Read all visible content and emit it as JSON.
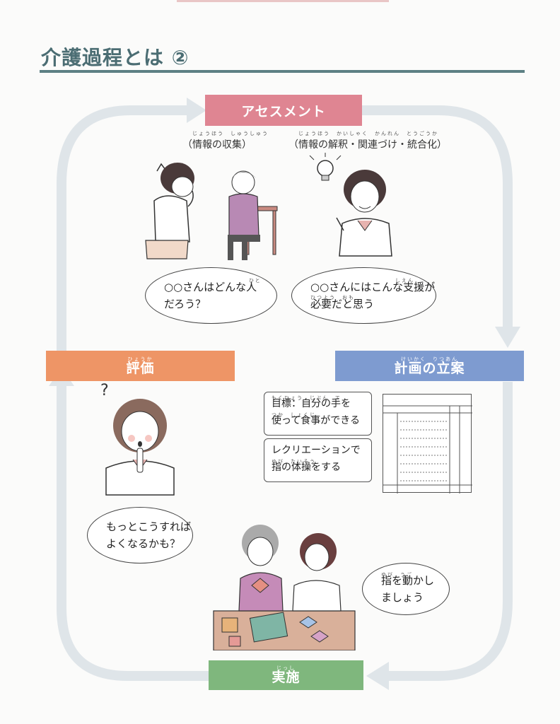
{
  "title": "介護過程とは ②",
  "stages": {
    "assessment": {
      "label": "アセスメント"
    },
    "evaluation": {
      "label": "評価",
      "ruby": "ひょうか"
    },
    "planning": {
      "label": "計画の立案",
      "ruby": "けいかく　りつあん"
    },
    "implementation": {
      "label": "実施",
      "ruby": "じっし"
    }
  },
  "assessment": {
    "caption_left": "（情報の収集）",
    "caption_left_ruby": "じょうほう　しゅうしゅう",
    "caption_right": "（情報の解釈・関連づけ・統合化）",
    "caption_right_ruby": "じょうほう　かいしゃく　かんれん　とうごうか",
    "bubble_left": {
      "line1": "○○さんはどんな人",
      "line2": "だろう？",
      "ruby": "ひと"
    },
    "bubble_right": {
      "line1": "○○さんにはこんな支援が",
      "line2": "必要だと思う",
      "ruby1": "しえん",
      "ruby2": "ひつよう　おも"
    }
  },
  "evaluation": {
    "question_mark": "?",
    "bubble": {
      "line1": "もっとこうすれば",
      "line2": "よくなるかも？"
    }
  },
  "planning": {
    "box1": {
      "line1": "目標：自分の手を",
      "line2": "使って食事ができる",
      "ruby1": "もくひょう　じぶん　て",
      "ruby2": "つか　しょくじ"
    },
    "box2": {
      "line1": "レクリエーションで",
      "line2": "指の体操をする",
      "ruby2": "ゆび　たいそう"
    }
  },
  "implementation": {
    "bubble": {
      "line1": "指を動かし",
      "line2": "ましょう",
      "ruby": "ゆび　うご"
    }
  },
  "colors": {
    "assessment": "#df8592",
    "evaluation": "#ee9566",
    "planning": "#7e9bd0",
    "implementation": "#7fb77d",
    "cycle_arrow": "#dfe5e9",
    "title": "#4b6d73"
  },
  "icons": [
    "cycle-arrow-icon",
    "light-bulb-icon",
    "question-mark-icon",
    "clipboard-icon"
  ]
}
